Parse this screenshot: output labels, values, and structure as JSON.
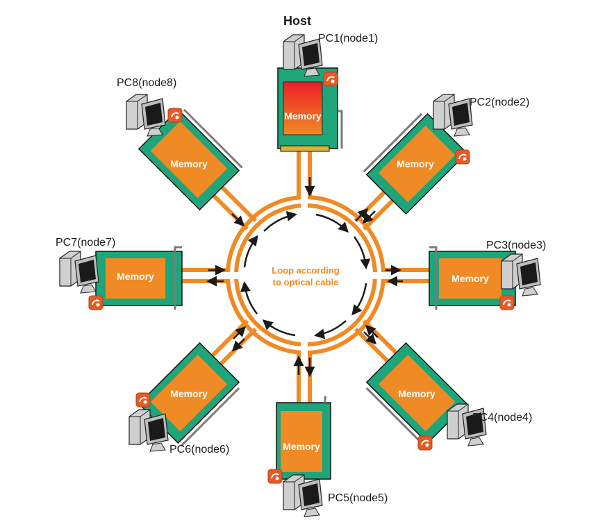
{
  "diagram": {
    "host_label": "Host",
    "center_line1": "Loop according",
    "center_line2": "to optical cable",
    "memory_label": "Memory",
    "nodes": [
      {
        "id": "pc1",
        "label": "PC1(node1)",
        "host": true
      },
      {
        "id": "pc2",
        "label": "PC2(node2)"
      },
      {
        "id": "pc3",
        "label": "PC3(node3)"
      },
      {
        "id": "pc4",
        "label": "PC4(node4)"
      },
      {
        "id": "pc5",
        "label": "PC5(node5)"
      },
      {
        "id": "pc6",
        "label": "PC6(node6)"
      },
      {
        "id": "pc7",
        "label": "PC7(node7)"
      },
      {
        "id": "pc8",
        "label": "PC8(node8)"
      }
    ],
    "colors": {
      "cable": "#f08a24",
      "board": "#1ea67a",
      "memory": "#f08a24",
      "host_memory_top": "#e8202a",
      "arrow": "#1a1a1a",
      "text": "#1a1a1a"
    },
    "icons": [
      "computer-icon",
      "software-logo-icon"
    ]
  }
}
